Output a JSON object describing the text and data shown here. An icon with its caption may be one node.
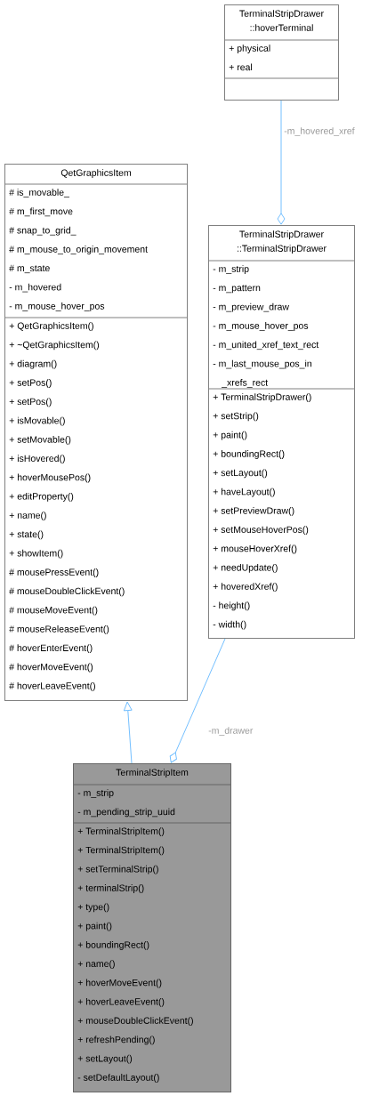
{
  "diagram": {
    "nodes": [
      {
        "text": [
          "TerminalStripDrawer ::hoverTerminal"
        ]
      },
      {
        "text": [
          "+ physical",
          "+ real"
        ],
        "in": 0
      },
      {
        "text": [],
        "shape": "box",
        "in": 0
      },
      {
        "text": [
          "QetGraphicsItem"
        ]
      },
      {
        "text": [
          "# is_movable_",
          "# m_first_move",
          "# snap_to_grid_",
          "# m_mouse_to_origin_movement",
          "# m_state",
          "- m_hovered",
          "- m_mouse_hover_pos"
        ],
        "in": 3
      },
      {
        "text": [
          "+ QetGraphicsItem()",
          "+ ~QetGraphicsItem()",
          "+ diagram()",
          "+ setPos()",
          "+ setPos()",
          "+ isMovable()",
          "+ setMovable()",
          "+ isHovered()",
          "+ hoverMousePos()",
          "+ editProperty()",
          "+ name()",
          "+ state()",
          "+ showItem()",
          "# mousePressEvent()",
          "# mouseDoubleClickEvent()",
          "# mouseMoveEvent()",
          "# mouseReleaseEvent()",
          "# hoverEnterEvent()",
          "# hoverMoveEvent()",
          "# hoverLeaveEvent()"
        ],
        "in": 3
      },
      {
        "text": [
          "TerminalStripDrawer ::TerminalStripDrawer"
        ]
      },
      {
        "text": [
          "- m_strip",
          "- m_pattern",
          "- m_preview_draw",
          "- m_mouse_hover_pos",
          "- m_united_xref_text_rect",
          "- m_last_mouse_pos_in _xrefs_rect"
        ],
        "in": 6
      },
      {
        "text": [
          "+ TerminalStripDrawer()",
          "+ setStrip()",
          "+ paint()",
          "+ boundingRect()",
          "+ setLayout()",
          "+ haveLayout()",
          "+ setPreviewDraw()",
          "+ setMouseHoverPos()",
          "+ mouseHoverXref()",
          "+ needUpdate()",
          "+ hoveredXref()",
          "- height()",
          "- width()"
        ],
        "in": 6
      },
      {
        "text": [
          "TerminalStripItem"
        ]
      },
      {
        "text": [
          "- m_strip",
          "- m_pending_strip_uuid"
        ],
        "in": 9
      },
      {
        "text": [
          "+ TerminalStripItem()",
          "+ TerminalStripItem()",
          "+ setTerminalStrip()",
          "+ terminalStrip()",
          "+ type()",
          "+ paint()",
          "+ boundingRect()",
          "+ name()",
          "+ hoverMoveEvent()",
          "+ hoverLeaveEvent()",
          "+ mouseDoubleClickEvent()",
          "+ refreshPending()",
          "+ setLayout()",
          "- setDefaultLayout()"
        ],
        "in": 9
      }
    ],
    "edges": [
      {
        "from": 0,
        "to": 6,
        "arrow": "other",
        "label": "-m_hovered_xref"
      },
      {
        "from": 9,
        "to": 3,
        "arrow": "to"
      },
      {
        "from": 6,
        "to": 9,
        "arrow": "other",
        "label": "-m_drawer"
      }
    ]
  }
}
